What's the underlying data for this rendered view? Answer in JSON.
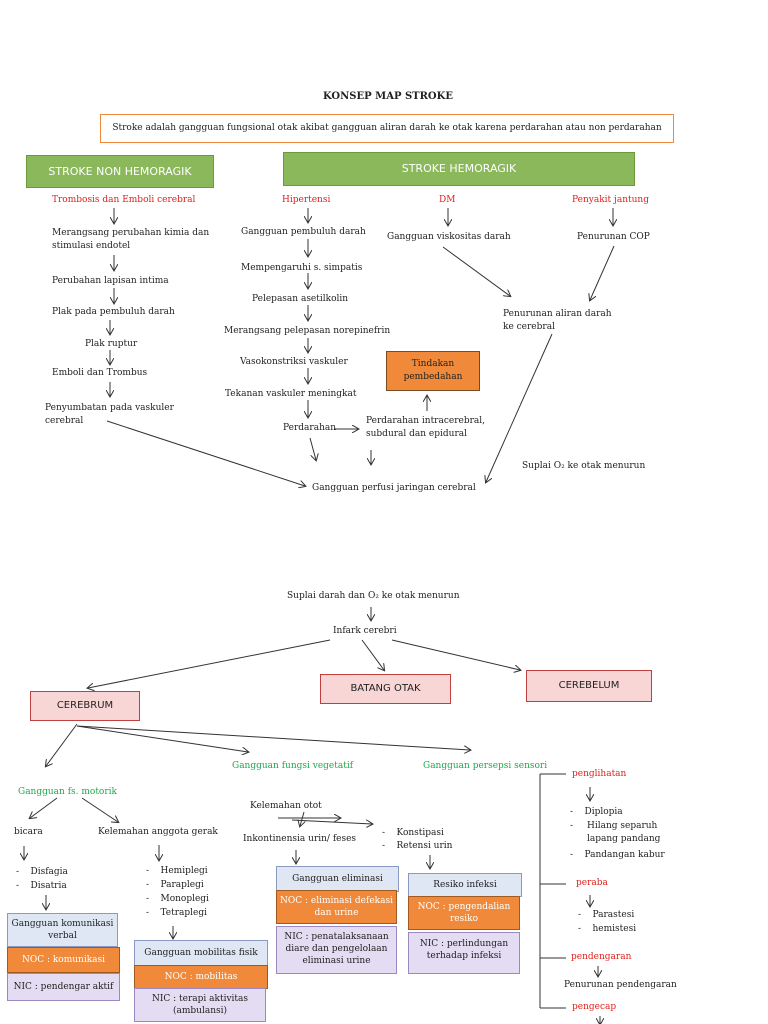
{
  "title": "KONSEP MAP STROKE",
  "definition": "Stroke adalah gangguan fungsional otak akibat gangguan aliran darah ke otak karena perdarahan atau non perdarahan",
  "non_hemoragik": {
    "header": "STROKE NON HEMORAGIK",
    "cause": "Trombosis dan Emboli cerebral",
    "steps": [
      "Merangsang perubahan kimia dan stimulasi endotel",
      "Perubahan lapisan intima",
      "Plak pada pembuluh darah",
      "Plak ruptur",
      "Emboli dan Trombus",
      "Penyumbatan pada vaskuler cerebral"
    ]
  },
  "hemoragik": {
    "header": "STROKE HEMORAGIK",
    "hipertensi": "Hipertensi",
    "dm": "DM",
    "jantung": "Penyakit  jantung",
    "ht_steps": [
      "Gangguan pembuluh darah",
      "Mempengaruhi s. simpatis",
      "Pelepasan asetilkolin",
      "Merangsang pelepasan norepinefrin",
      "Vasokonstriksi vaskuler",
      "Tekanan vaskuler meningkat",
      "Perdarahan"
    ],
    "dm_step": "Gangguan viskositas darah",
    "jantung_step": "Penurunan COP",
    "penurunan_aliran": "Penurunan aliran darah ke cerebral",
    "tindakan": "Tindakan pembedahan",
    "perdarahan_intra": "Perdarahan intracerebral, subdural dan epidural",
    "suplai_o2": "Suplai O₂ ke otak menurun",
    "perfusi": "Gangguan perfusi jaringan cerebral"
  },
  "part2": {
    "suplai": "Suplai darah dan O₂ ke otak menurun",
    "infark": "Infark cerebri",
    "cerebrum": "CEREBRUM",
    "batang": "BATANG OTAK",
    "cerebelum": "CEREBELUM",
    "motorik": "Gangguan fs. motorik",
    "vegetatif": "Gangguan fungsi vegetatif",
    "persepsi": "Gangguan persepsi sensori",
    "bicara": "bicara",
    "bicara_items": [
      "Disfagia",
      "Disatria"
    ],
    "kelemahan_gerak": "Kelemahan anggota gerak",
    "gerak_items": [
      "Hemiplegi",
      "Paraplegi",
      "Monoplegi",
      "Tetraplegi"
    ],
    "kelemahan_otot": "Kelemahan otot",
    "inkontinensia": "Inkontinensia urin/ feses",
    "konstipasi_items": [
      "Konstipasi",
      "Retensi urin"
    ],
    "box_komunikasi": {
      "title": "Gangguan komunikasi verbal",
      "noc": "NOC : komunikasi",
      "nic": "NIC : pendengar aktif"
    },
    "box_mobilitas": {
      "title": "Gangguan mobilitas fisik",
      "noc": "NOC : mobilitas",
      "nic": "NIC : terapi aktivitas (ambulansi)"
    },
    "box_eliminasi": {
      "title": "Gangguan eliminasi",
      "noc": "NOC : eliminasi defekasi dan urine",
      "nic": "NIC : penatalaksanaan diare dan pengelolaan eliminasi urine"
    },
    "box_infeksi": {
      "title": "Resiko infeksi",
      "noc": "NOC : pengendalian resiko",
      "nic": "NIC : perlindungan terhadap infeksi"
    },
    "penglihatan": "penglihatan",
    "penglihatan_items": [
      "Diplopia",
      "Hilang separuh lapang pandang",
      "Pandangan kabur"
    ],
    "peraba": "peraba",
    "peraba_items": [
      "Parastesi",
      "hemistesi"
    ],
    "pendengaran": "pendengaran",
    "pendengaran_item": "Penurunan pendengaran",
    "pengecap": "pengecap"
  }
}
